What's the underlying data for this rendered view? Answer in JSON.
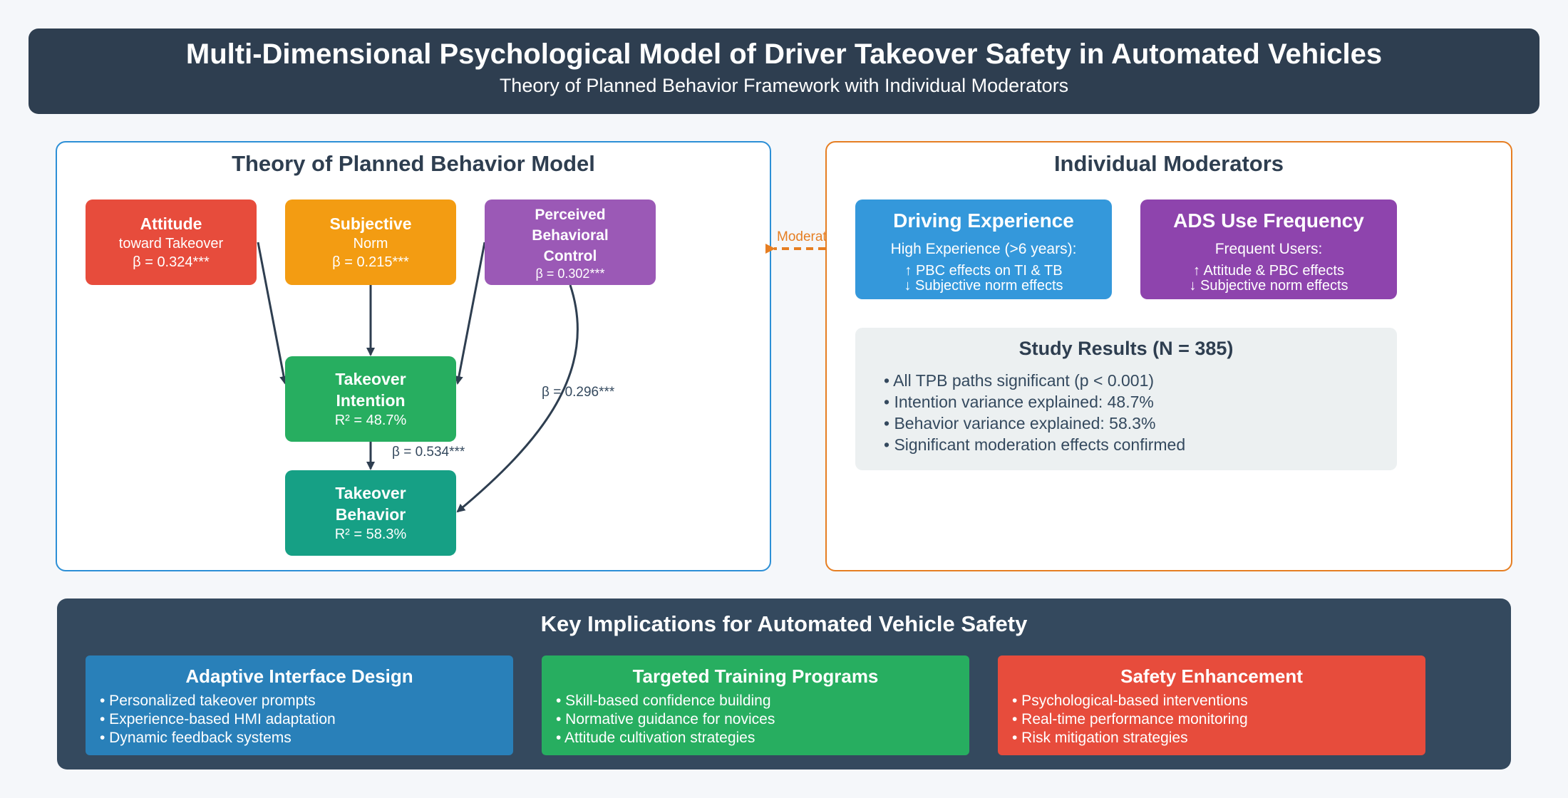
{
  "header": {
    "title": "Multi-Dimensional Psychological Model of Driver Takeover Safety in Automated Vehicles",
    "subtitle": "Theory of Planned Behavior Framework with Individual Moderators"
  },
  "tpb": {
    "title": "Theory of Planned Behavior Model",
    "attitude": {
      "title": "Attitude",
      "sub": "toward Takeover",
      "beta": "β = 0.324***",
      "color": "#e74c3c"
    },
    "norm": {
      "title": "Subjective",
      "sub": "Norm",
      "beta": "β = 0.215***",
      "color": "#f39c12"
    },
    "pbc": {
      "title": "Perceived Behavioral Control",
      "beta": "β = 0.302***",
      "color": "#9b59b6"
    },
    "intention": {
      "title": "Takeover Intention",
      "r2": "R² = 48.7%",
      "color": "#27ae60"
    },
    "behavior": {
      "title": "Takeover Behavior",
      "r2": "R² = 58.3%",
      "color": "#16a085"
    },
    "path_int_beh": "β = 0.534***",
    "path_pbc_beh": "β = 0.296***"
  },
  "moderates_label": "Moderates",
  "moderators": {
    "title": "Individual Moderators",
    "driving": {
      "title": "Driving Experience",
      "sub": "High Experience (>6 years):",
      "line1": "↑ PBC effects on TI & TB",
      "line2": "↓ Subjective norm effects",
      "color": "#3498db"
    },
    "ads": {
      "title": "ADS Use Frequency",
      "sub": "Frequent Users:",
      "line1": "↑ Attitude & PBC effects",
      "line2": "↓ Subjective norm effects",
      "color": "#8e44ad"
    }
  },
  "results": {
    "title": "Study Results (N = 385)",
    "items": [
      "• All TPB paths significant (p < 0.001)",
      "• Intention variance explained: 48.7%",
      "• Behavior variance explained: 58.3%",
      "• Significant moderation effects confirmed"
    ]
  },
  "implications": {
    "title": "Key Implications for Automated Vehicle Safety",
    "cards": [
      {
        "title": "Adaptive Interface Design",
        "items": [
          "• Personalized takeover prompts",
          "• Experience-based HMI adaptation",
          "• Dynamic feedback systems"
        ],
        "color": "#2980b9"
      },
      {
        "title": "Targeted Training Programs",
        "items": [
          "• Skill-based confidence building",
          "• Normative guidance for novices",
          "• Attitude cultivation strategies"
        ],
        "color": "#27ae60"
      },
      {
        "title": "Safety Enhancement",
        "items": [
          "• Psychological-based interventions",
          "• Real-time performance monitoring",
          "• Risk mitigation strategies"
        ],
        "color": "#e74c3c"
      }
    ]
  },
  "colors": {
    "panel_left_border": "#2c8fd6",
    "panel_right_border": "#e67e22",
    "arrow": "#2e3e50",
    "moderates": "#e67e22"
  }
}
